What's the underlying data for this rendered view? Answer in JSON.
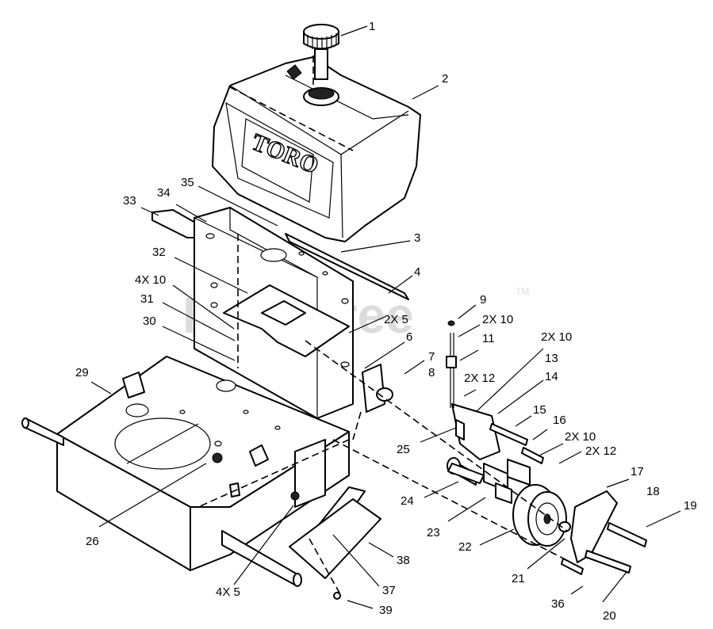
{
  "watermark": {
    "text": "PartsTree",
    "mark": "TM"
  },
  "logo_text": "TORO",
  "callouts": [
    {
      "id": "c1",
      "text": "1"
    },
    {
      "id": "c2",
      "text": "2"
    },
    {
      "id": "c3",
      "text": "3"
    },
    {
      "id": "c4",
      "text": "4"
    },
    {
      "id": "c5",
      "text": "9"
    },
    {
      "id": "c6",
      "text": "2X 10"
    },
    {
      "id": "c7",
      "text": "11"
    },
    {
      "id": "c8",
      "text": "2X 10"
    },
    {
      "id": "c9",
      "text": "13"
    },
    {
      "id": "c10",
      "text": "14"
    },
    {
      "id": "c11",
      "text": "2X 5"
    },
    {
      "id": "c12",
      "text": "6"
    },
    {
      "id": "c13",
      "text": "7"
    },
    {
      "id": "c14",
      "text": "8"
    },
    {
      "id": "c15",
      "text": "2X 12"
    },
    {
      "id": "c16",
      "text": "15"
    },
    {
      "id": "c17",
      "text": "16"
    },
    {
      "id": "c18",
      "text": "2X 10"
    },
    {
      "id": "c19",
      "text": "2X 12"
    },
    {
      "id": "c20",
      "text": "17"
    },
    {
      "id": "c21",
      "text": "18"
    },
    {
      "id": "c22",
      "text": "19"
    },
    {
      "id": "c23",
      "text": "25"
    },
    {
      "id": "c24",
      "text": "24"
    },
    {
      "id": "c25",
      "text": "23"
    },
    {
      "id": "c26",
      "text": "22"
    },
    {
      "id": "c27",
      "text": "21"
    },
    {
      "id": "c28",
      "text": "36"
    },
    {
      "id": "c29",
      "text": "20"
    },
    {
      "id": "c30",
      "text": "33"
    },
    {
      "id": "c31",
      "text": "34"
    },
    {
      "id": "c32",
      "text": "35"
    },
    {
      "id": "c33",
      "text": "32"
    },
    {
      "id": "c34",
      "text": "4X 10"
    },
    {
      "id": "c35",
      "text": "31"
    },
    {
      "id": "c36",
      "text": "30"
    },
    {
      "id": "c37",
      "text": "29"
    },
    {
      "id": "c38",
      "text": "26"
    },
    {
      "id": "c39",
      "text": "4X 5"
    },
    {
      "id": "c40",
      "text": "37"
    },
    {
      "id": "c41",
      "text": "38"
    },
    {
      "id": "c42",
      "text": "39"
    }
  ]
}
